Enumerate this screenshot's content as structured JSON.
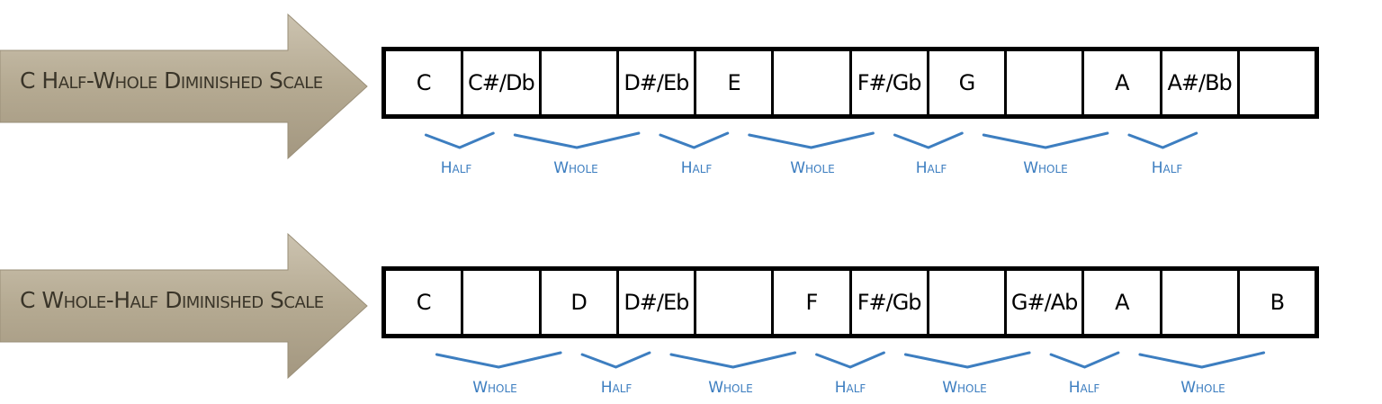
{
  "colors": {
    "arrow_fill": "#b8ad97",
    "arrow_stroke": "#9a8f78",
    "bracket": "#3d7ec0",
    "text": "#000000"
  },
  "scales": [
    {
      "title": "C Half-Whole Diminished Scale",
      "notes": [
        "C",
        "C#/Db",
        "",
        "D#/Eb",
        "E",
        "",
        "F#/Gb",
        "G",
        "",
        "A",
        "A#/Bb",
        ""
      ],
      "steps": [
        "Half",
        "Whole",
        "Half",
        "Whole",
        "Half",
        "Whole",
        "Half"
      ]
    },
    {
      "title": "C Whole-Half Diminished Scale",
      "notes": [
        "C",
        "",
        "D",
        "D#/Eb",
        "",
        "F",
        "F#/Gb",
        "",
        "G#/Ab",
        "A",
        "",
        "B"
      ],
      "steps": [
        "Whole",
        "Half",
        "Whole",
        "Half",
        "Whole",
        "Half",
        "Whole"
      ]
    }
  ]
}
